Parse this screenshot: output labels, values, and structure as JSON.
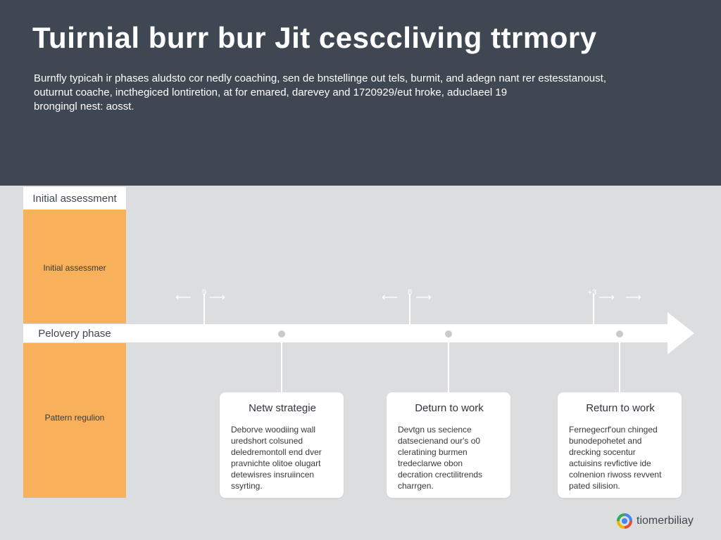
{
  "header": {
    "title": "Tuirnial burr bur Jit cesccliving ttrmory",
    "description_lines": [
      "Burnfly typicah ir phases aludsto cor nedly coaching, sen de bnstellinge out tels, burmit, and adegn nant rer estesstanoust,",
      "outurnut coache, incthegiced lontiretion, at for emared, darevey and 1720929/eut hroke, aduclaeel 19",
      "brongingl nest: aosst."
    ]
  },
  "left_column": {
    "top_tag": "Initial assessment",
    "top_label": "Initial assessmer",
    "middle_tag": "Pelovery phase",
    "bottom_label": "Pattern regulion"
  },
  "markers": [
    {
      "number": "9"
    },
    {
      "number": "8"
    },
    {
      "number": "+3"
    }
  ],
  "cards": [
    {
      "title": "Netw strategie",
      "lines": [
        "Deborve woodiing wall",
        "uredshort colsuned",
        "deledremontoll end dver",
        "pravnichte olitoe olugart",
        "detewisres insruiincen",
        "ssyrting."
      ]
    },
    {
      "title": "Deturn to work",
      "lines": [
        "Devtgn us secience",
        "datsecienand our's o0",
        "cleratining burmen",
        "tredeclarwe obon",
        "decration crectilitrends",
        "charrgen."
      ]
    },
    {
      "title": "Return to work",
      "lines": [
        "Fernegecrf'oun chinged",
        "bunodepohetet and",
        "drecking socentur",
        "actuisins revfictive ide",
        "colnenion riwoss revvent",
        "pated silision."
      ]
    }
  ],
  "logo": {
    "text": "tiomerbiliay"
  },
  "colors": {
    "header_bg": "#3f4752",
    "phase_orange": "#f8b05a",
    "page_bg": "#dcdddf"
  }
}
